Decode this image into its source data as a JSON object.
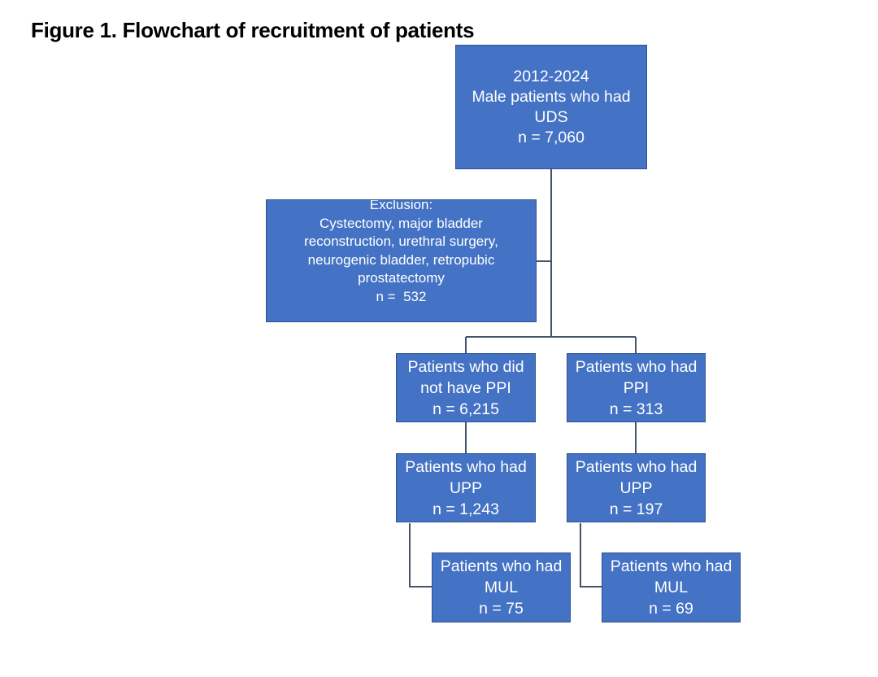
{
  "figure": {
    "title": "Figure 1. Flowchart of recruitment of patients"
  },
  "boxes": {
    "total": {
      "lines": [
        "2012-2024",
        "Male patients who had",
        "UDS",
        "n = 7,060"
      ]
    },
    "exclusion": {
      "lines": [
        "Exclusion:",
        "Cystectomy, major bladder",
        "reconstruction, urethral surgery,",
        "neurogenic bladder, retropubic",
        "prostatectomy",
        "n =  532"
      ]
    },
    "no_ppi": {
      "lines": [
        "Patients who did",
        "not have PPI",
        "n = 6,215"
      ]
    },
    "ppi": {
      "lines": [
        "Patients who had",
        "PPI",
        "n = 313"
      ]
    },
    "no_ppi_upp": {
      "lines": [
        "Patients who had",
        "UPP",
        "n = 1,243"
      ]
    },
    "ppi_upp": {
      "lines": [
        "Patients who had",
        "UPP",
        "n = 197"
      ]
    },
    "no_ppi_mul": {
      "lines": [
        "Patients who had",
        "MUL",
        "n = 75"
      ]
    },
    "ppi_mul": {
      "lines": [
        "Patients who had",
        "MUL",
        "n = 69"
      ]
    }
  },
  "colors": {
    "box_fill": "#4472c4",
    "box_border": "#2f528f",
    "connector": "#44546a",
    "box_text": "#ffffff"
  }
}
